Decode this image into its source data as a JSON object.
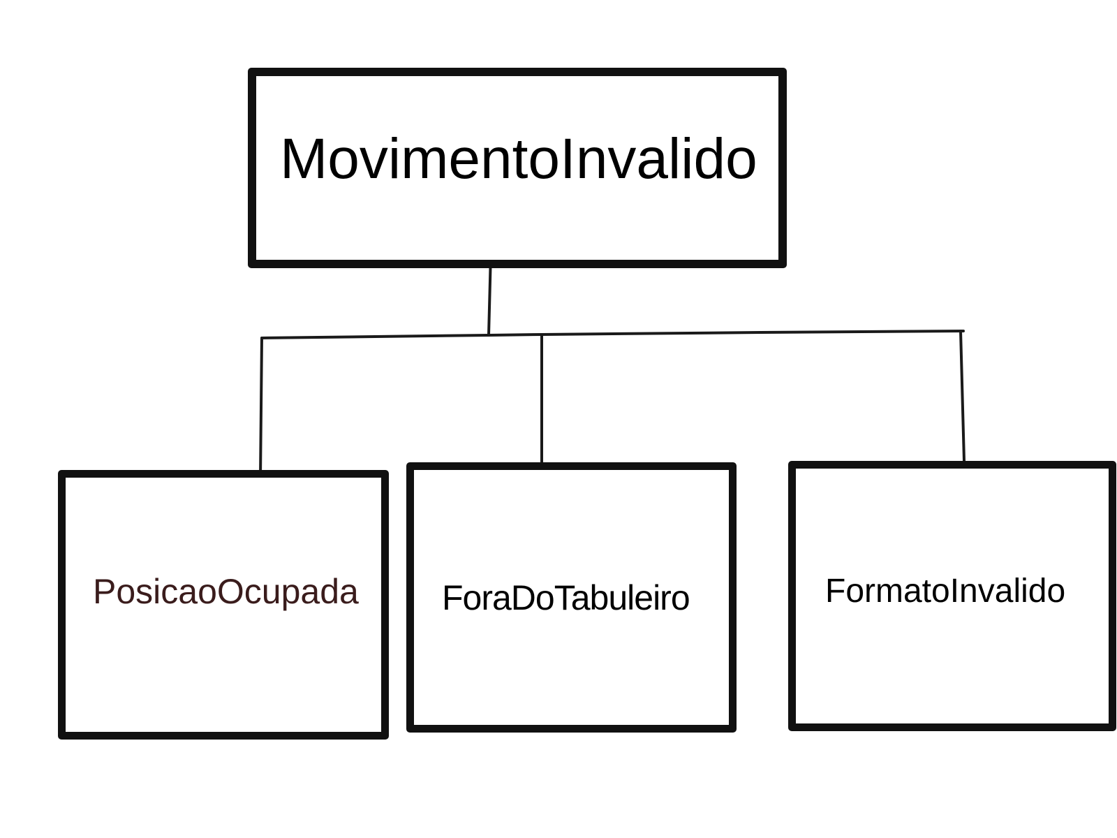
{
  "diagram": {
    "root": {
      "label": "MovimentoInvalido",
      "text_color": "#000000"
    },
    "children": [
      {
        "label": "PosicaoOcupada",
        "text_color": "#3a1c1c"
      },
      {
        "label": "ForaDoTabuleiro",
        "text_color": "#000000"
      },
      {
        "label": "FormatoInvalido",
        "text_color": "#000000"
      }
    ]
  }
}
